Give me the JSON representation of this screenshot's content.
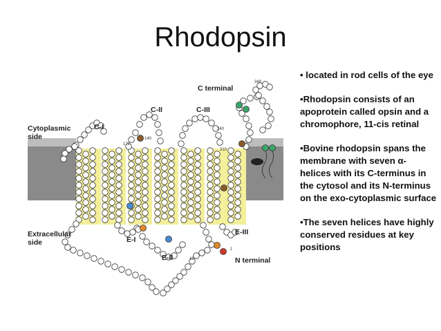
{
  "slide": {
    "title": "Rhodopsin",
    "bullets": [
      "• located in rod cells of the eye",
      "•Rhodopsin consists of an apoprotein called opsin and a chromophore, 11-cis retinal",
      "•Bovine rhodopsin spans the membrane with seven α-helices with its C-terminus in the cytosol and its N-terminus on the exo-cytoplasmic surface",
      "•The seven helices have highly conserved residues at key positions"
    ]
  },
  "diagram": {
    "labels": {
      "cytoplasmic_1": "Cytoplasmic",
      "cytoplasmic_2": "side",
      "extracellular_1": "Extracellular",
      "extracellular_2": "side",
      "c_terminal": "C terminal",
      "n_terminal": "N terminal",
      "loop_c1": "C-I",
      "loop_c2": "C-II",
      "loop_c3": "C-III",
      "loop_e1": "E-I",
      "loop_e2": "E-II",
      "loop_e3": "E-III"
    },
    "residue_numbers": [
      "348",
      "240",
      "140",
      "310",
      "170",
      "10",
      "1"
    ],
    "colors": {
      "membrane": "#8a8a8a",
      "helix_highlight": "#f3ef9a",
      "residue_fill": "#ffffff",
      "accent_green": "#3aa66a",
      "accent_orange": "#e08a2a",
      "accent_red": "#d03a2a",
      "accent_blue": "#4a8ad0",
      "accent_brown": "#8a5a2a"
    }
  }
}
